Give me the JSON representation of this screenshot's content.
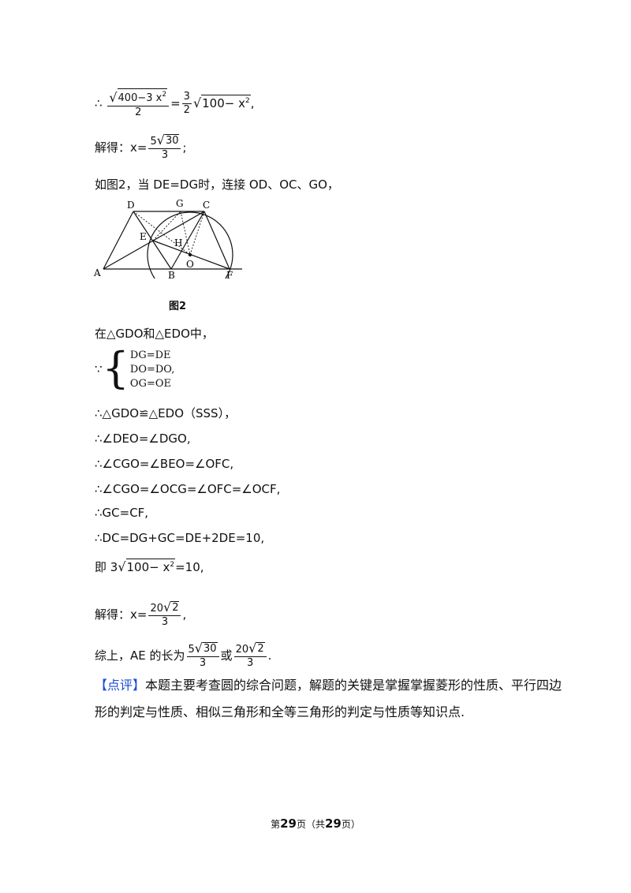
{
  "line1": {
    "prefix": "∴",
    "num": "400−3 x",
    "sup": "2",
    "den": "2",
    "eq": "=",
    "coef_num": "3",
    "coef_den": "2",
    "rad": "100− x",
    "rad_sup": "2",
    "suffix": ","
  },
  "line2": {
    "label": "解得：x=",
    "num_coef": "5",
    "num_rad": "30",
    "den": "3",
    "suffix": ";"
  },
  "line3": "如图2，当 DE=DG时，连接 OD、OC、GO，",
  "figure": {
    "caption": "图2",
    "labels": {
      "D": "D",
      "G": "G",
      "C": "C",
      "E": "E",
      "H": "H",
      "O": "O",
      "A": "A",
      "B": "B",
      "F": "F"
    }
  },
  "line4": "在△GDO和△EDO中，",
  "system": {
    "prefix": "∵",
    "rows": [
      "DG=DE",
      "DO=DO,",
      "OG=OE"
    ]
  },
  "steps": [
    "∴△GDO≌△EDO（SSS），",
    "∴∠DEO=∠DGO,",
    "∴∠CGO=∠BEO=∠OFC,",
    "∴∠CGO=∠OCG=∠OFC=∠OCF,",
    "∴GC=CF,",
    "∴DC=DG+GC=DE+2DE=10,"
  ],
  "line_ji": {
    "prefix": "即 3",
    "rad": "100− x",
    "rad_sup": "2",
    "suffix": "=10,"
  },
  "line_sol2": {
    "label": "解得：x=",
    "num_coef": "20",
    "num_rad": "2",
    "den": "3",
    "suffix": ","
  },
  "line_sum": {
    "prefix": "综上，AE 的长为",
    "f1_coef": "5",
    "f1_rad": "30",
    "f1_den": "3",
    "mid": "或",
    "f2_coef": "20",
    "f2_rad": "2",
    "f2_den": "3",
    "suffix": "."
  },
  "comment": {
    "tag": "【点评】",
    "text": "本题主要考查圆的综合问题，解题的关键是掌握掌握菱形的性质、平行四边形的判定与性质、相似三角形和全等三角形的判定与性质等知识点."
  },
  "footer": {
    "pre": "第",
    "page": "29",
    "mid": "页（共",
    "total": "29",
    "post": "页）"
  },
  "colors": {
    "tag": "#1a4bd6"
  }
}
